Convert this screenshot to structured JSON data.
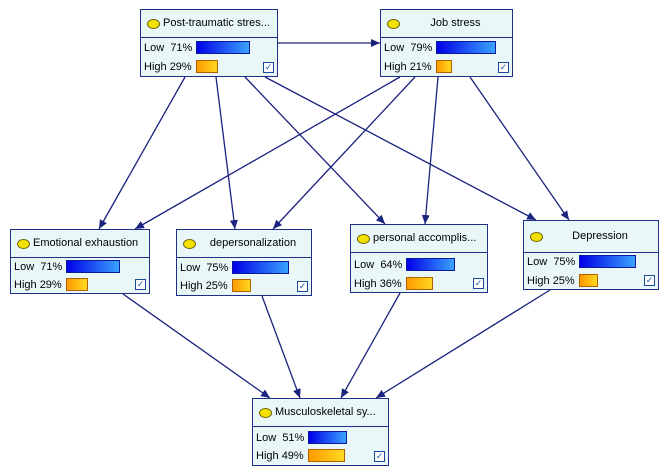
{
  "nodes": {
    "ptsd": {
      "title": "Post-traumatic stres...",
      "low_label": "Low",
      "low_pct": "71%",
      "low_value": 0.71,
      "high_label": "High",
      "high_pct": "29%",
      "high_value": 0.29
    },
    "job_stress": {
      "title": "Job stress",
      "low_label": "Low",
      "low_pct": "79%",
      "low_value": 0.79,
      "high_label": "High",
      "high_pct": "21%",
      "high_value": 0.21
    },
    "emotional": {
      "title": "Emotional exhaustion",
      "low_label": "Low",
      "low_pct": "71%",
      "low_value": 0.71,
      "high_label": "High",
      "high_pct": "29%",
      "high_value": 0.29
    },
    "deperson": {
      "title": "depersonalization",
      "low_label": "Low",
      "low_pct": "75%",
      "low_value": 0.75,
      "high_label": "High",
      "high_pct": "25%",
      "high_value": 0.25
    },
    "personal": {
      "title": "personal accomplis...",
      "low_label": "Low",
      "low_pct": "64%",
      "low_value": 0.64,
      "high_label": "High",
      "high_pct": "36%",
      "high_value": 0.36
    },
    "depression": {
      "title": "Depression",
      "low_label": "Low",
      "low_pct": "75%",
      "low_value": 0.75,
      "high_label": "High",
      "high_pct": "25%",
      "high_value": 0.25
    },
    "musculo": {
      "title": "Musculoskeletal sy...",
      "low_label": "Low",
      "low_pct": "51%",
      "low_value": 0.51,
      "high_label": "High",
      "high_pct": "49%",
      "high_value": 0.49
    }
  },
  "colors": {
    "edge": "#1a237e",
    "node_border": "#1f2f86",
    "node_bg": "#eaf7f9"
  }
}
